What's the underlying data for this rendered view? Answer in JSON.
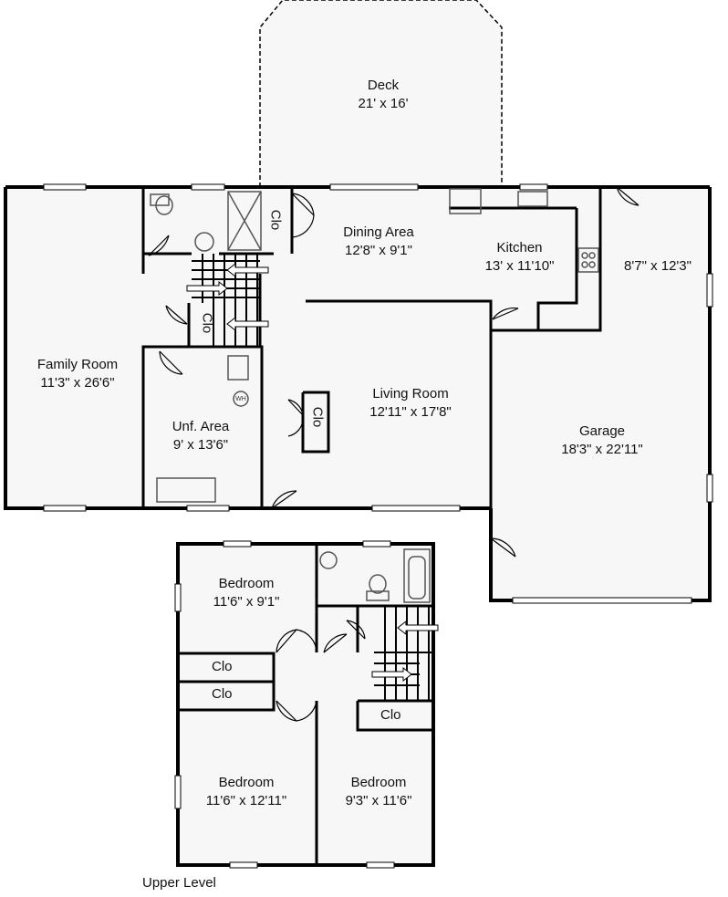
{
  "rooms": {
    "deck": {
      "name": "Deck",
      "dims": "21' x 16'"
    },
    "dining": {
      "name": "Dining Area",
      "dims": "12'8\" x 9'1\""
    },
    "kitchen": {
      "name": "Kitchen",
      "dims": "13' x 11'10\""
    },
    "laundry": {
      "name": "",
      "dims": "8'7\" x 12'3\""
    },
    "family": {
      "name": "Family Room",
      "dims": "11'3\" x 26'6\""
    },
    "living": {
      "name": "Living Room",
      "dims": "12'11\" x 17'8\""
    },
    "garage": {
      "name": "Garage",
      "dims": "18'3\" x 22'11\""
    },
    "unf": {
      "name": "Unf. Area",
      "dims": "9' x 13'6\""
    },
    "bed1": {
      "name": "Bedroom",
      "dims": "11'6\" x 9'1\""
    },
    "bed2": {
      "name": "Bedroom",
      "dims": "11'6\" x 12'11\""
    },
    "bed3": {
      "name": "Bedroom",
      "dims": "9'3\" x 11'6\""
    }
  },
  "closets": {
    "label": "Clo"
  },
  "symbols": {
    "water_heater": "WH"
  },
  "level_label": "Upper Level",
  "colors": {
    "wall": "#000000",
    "floor": "#f7f7f7",
    "fixture": "#555555"
  }
}
